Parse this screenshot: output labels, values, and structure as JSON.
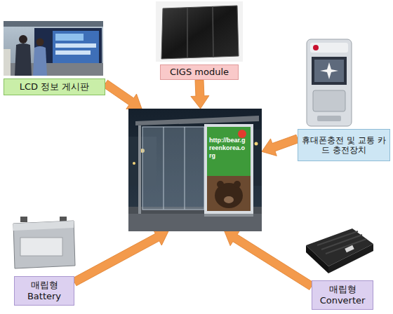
{
  "diagram": {
    "nodes": [
      {
        "text": [
          "CIGS module"
        ]
      },
      {
        "text": [
          "LCD 정보 게시판"
        ]
      },
      {
        "text": [
          "휴대폰충전 및 교통 카드 충전장치"
        ]
      },
      {
        "text": [
          "http://bear.greenkorea.org"
        ]
      },
      {
        "text": [
          "매립형 Battery"
        ]
      },
      {
        "text": [
          "매립형 Converter"
        ]
      }
    ],
    "edges": [
      {
        "from": 0,
        "to": 3,
        "arrow": "to"
      },
      {
        "from": 1,
        "to": 3,
        "arrow": "to"
      },
      {
        "from": 2,
        "to": 3,
        "arrow": "to"
      },
      {
        "from": 4,
        "to": 3,
        "arrow": "to"
      },
      {
        "from": 5,
        "to": 3,
        "arrow": "to"
      }
    ]
  }
}
